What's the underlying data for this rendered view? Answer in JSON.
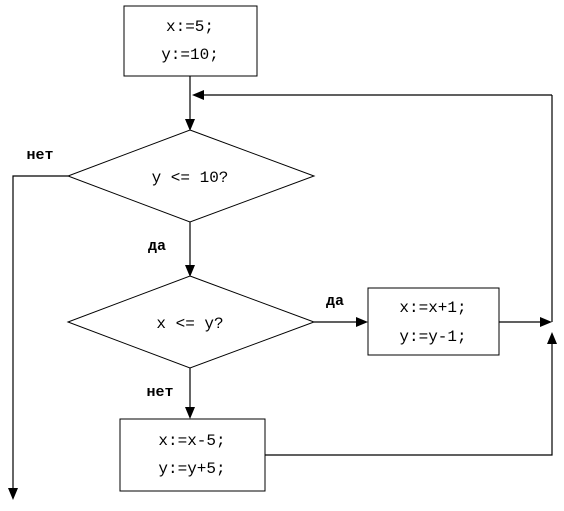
{
  "init_block": {
    "line1": "x:=5;",
    "line2": "y:=10;"
  },
  "condition_outer": {
    "text": "y <= 10?",
    "yes_label": "да",
    "no_label": "нет"
  },
  "condition_inner": {
    "text": "x <= y?",
    "yes_label": "да",
    "no_label": "нет"
  },
  "increment_block": {
    "line1": "x:=x+1;",
    "line2": "y:=y-1;"
  },
  "decrement_block": {
    "line1": "x:=x-5;",
    "line2": "y:=y+5;"
  }
}
